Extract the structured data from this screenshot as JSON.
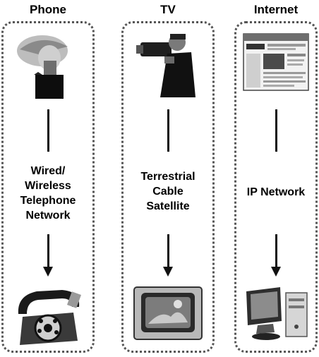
{
  "columns": [
    {
      "title": "Phone",
      "middle_lines": [
        "Wired/",
        "Wireless",
        "Telephone",
        "Network"
      ],
      "top_icon": "person-on-phone-icon",
      "bottom_icon": "rotary-telephone-icon"
    },
    {
      "title": "TV",
      "middle_lines": [
        "Terrestrial",
        "Cable",
        "Satellite"
      ],
      "top_icon": "camera-operator-icon",
      "bottom_icon": "television-set-icon"
    },
    {
      "title": "Internet",
      "middle_lines": [
        "IP Network"
      ],
      "top_icon": "web-page-screenshot-icon",
      "bottom_icon": "desktop-computer-icon"
    }
  ]
}
